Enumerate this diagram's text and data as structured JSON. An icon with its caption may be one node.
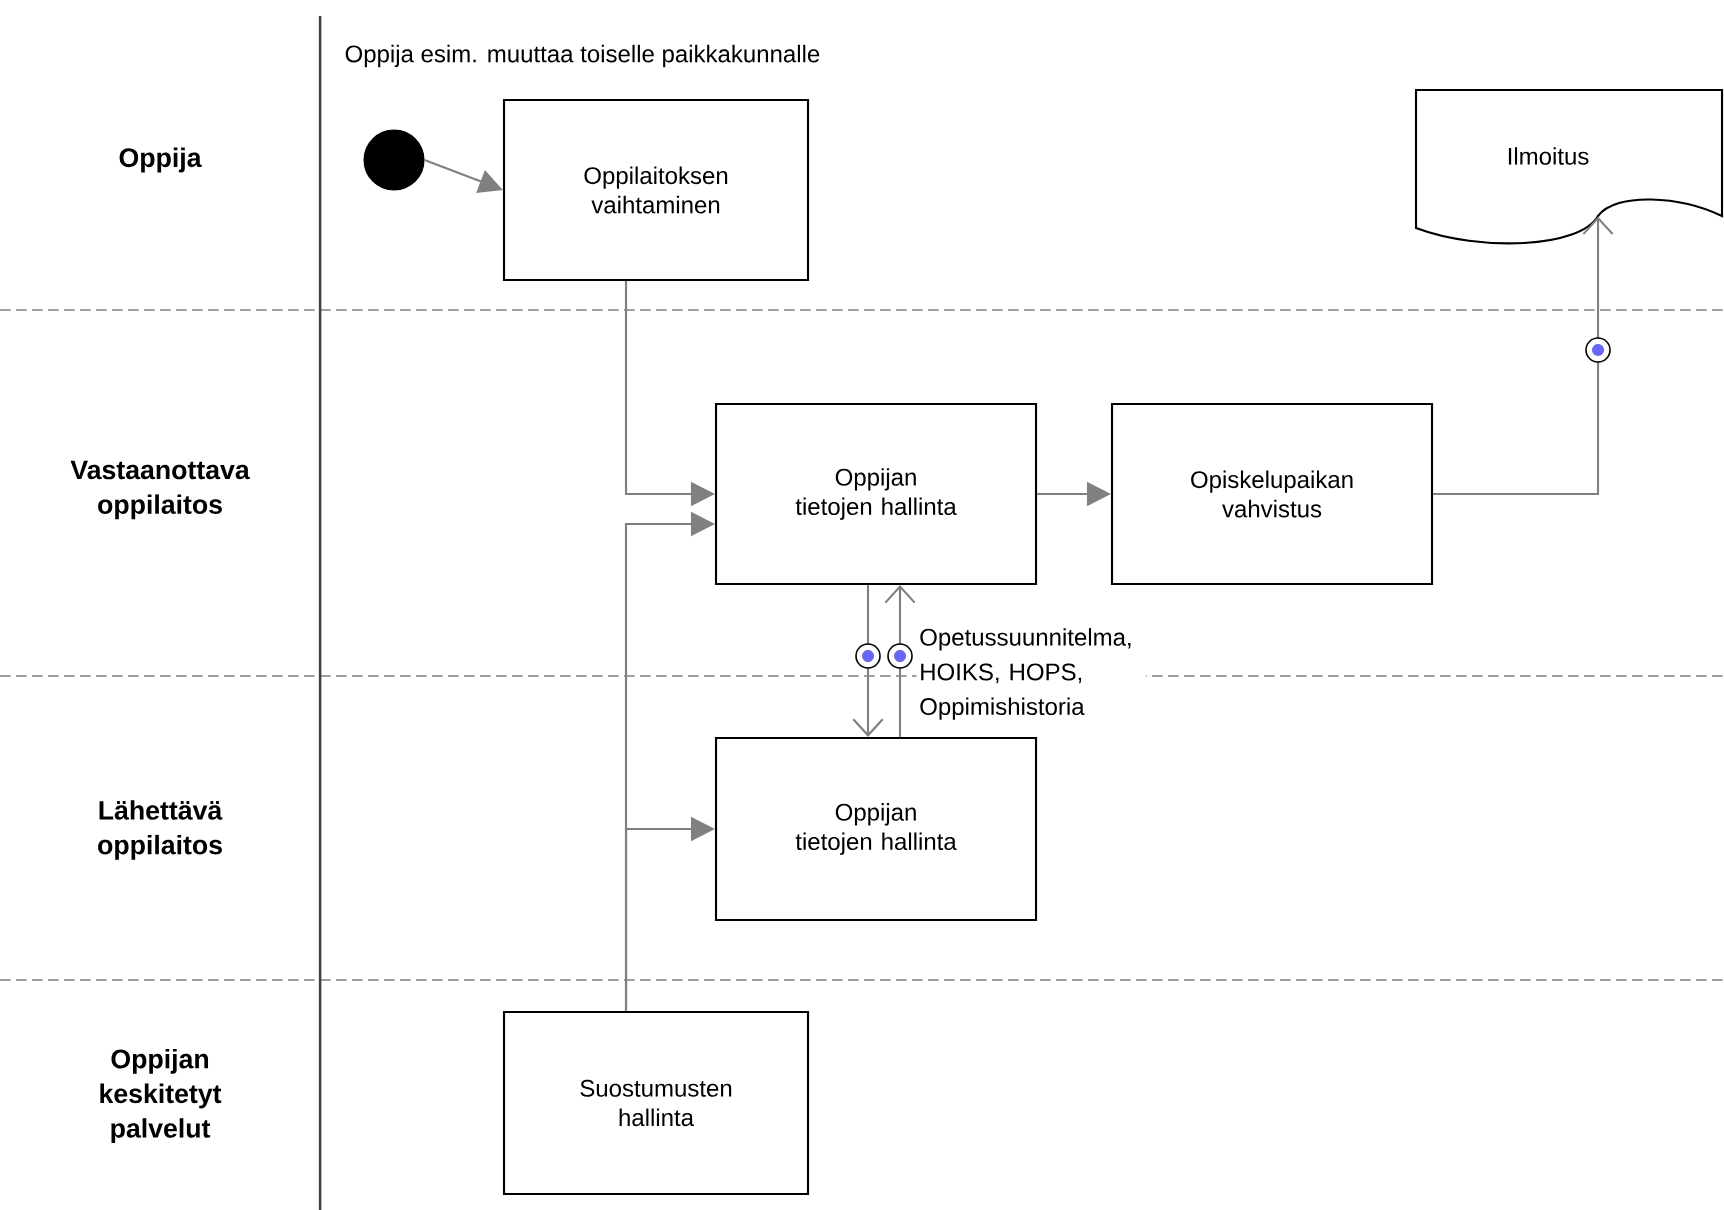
{
  "diagram": {
    "nodes": [
      {
        "text": [],
        "shape": "circle"
      },
      {
        "text": [
          "Oppilaitoksen vaihtaminen"
        ]
      },
      {
        "text": [
          "Oppijan tietojen hallinta"
        ]
      },
      {
        "text": [
          "Opiskelupaikan vahvistus"
        ]
      },
      {
        "text": [
          "Ilmoitus"
        ]
      },
      {
        "text": [
          "Oppijan tietojen hallinta"
        ]
      },
      {
        "text": [
          "Suostumusten hallinta"
        ]
      }
    ],
    "edges": [
      {
        "from": 0,
        "to": 1,
        "arrow": "to"
      },
      {
        "from": 1,
        "to": 2,
        "arrow": "to"
      },
      {
        "from": 6,
        "to": 2,
        "arrow": "to"
      },
      {
        "from": 6,
        "to": 5,
        "arrow": "to"
      },
      {
        "from": 2,
        "to": 3,
        "arrow": "to"
      },
      {
        "from": 3,
        "to": 4,
        "arrow": "to"
      },
      {
        "from": 2,
        "to": 5,
        "arrow": "to"
      },
      {
        "from": 5,
        "to": 2,
        "arrow": "to",
        "label": "Opetussuunnitelma, HOIKS, HOPS, Oppimishistoria"
      }
    ],
    "labels": [
      "Oppija esim. muuttaa toiselle paikkakunnalle",
      "Oppija",
      "Vastaanottava oppilaitos",
      "Lähettävä oppilaitos",
      "Oppijan keskitetyt palvelut"
    ]
  }
}
